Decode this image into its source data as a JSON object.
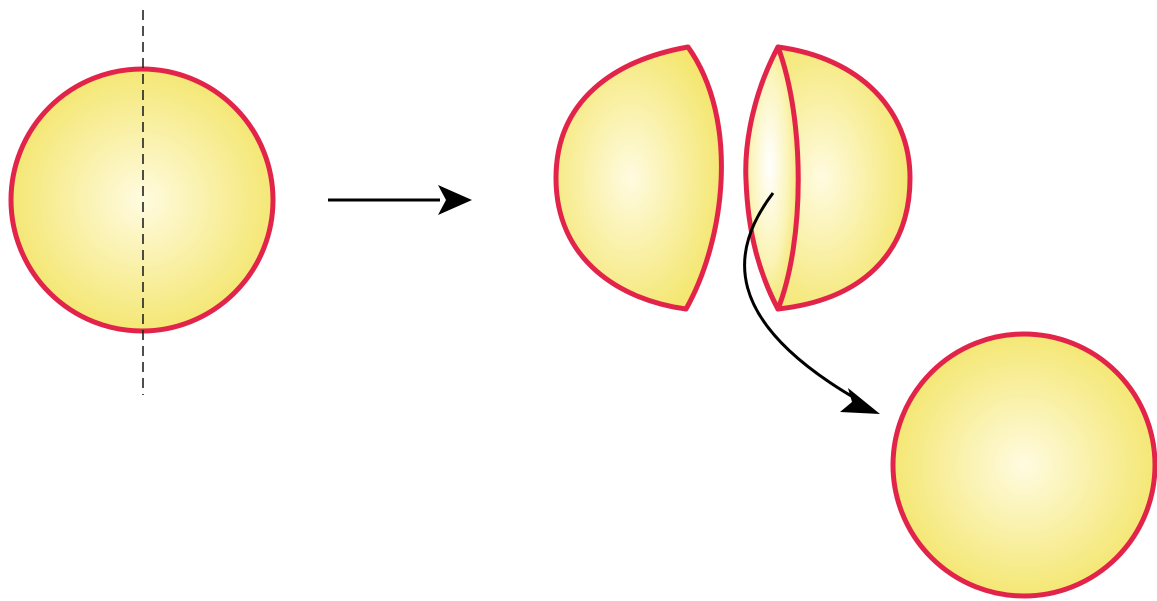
{
  "diagram": {
    "description_visible_text": "",
    "colors": {
      "fill_center": "#fffbe0",
      "fill_edge": "#f3e56a",
      "outline": "#e2244a",
      "arrow": "#000000",
      "axis_line": "#222222",
      "background": "#ffffff"
    },
    "elements": [
      "whole-sphere",
      "cutting-plane-axis",
      "process-arrow",
      "left-hemisphere",
      "right-hemisphere",
      "curved-arrow",
      "resulting-sphere"
    ]
  }
}
